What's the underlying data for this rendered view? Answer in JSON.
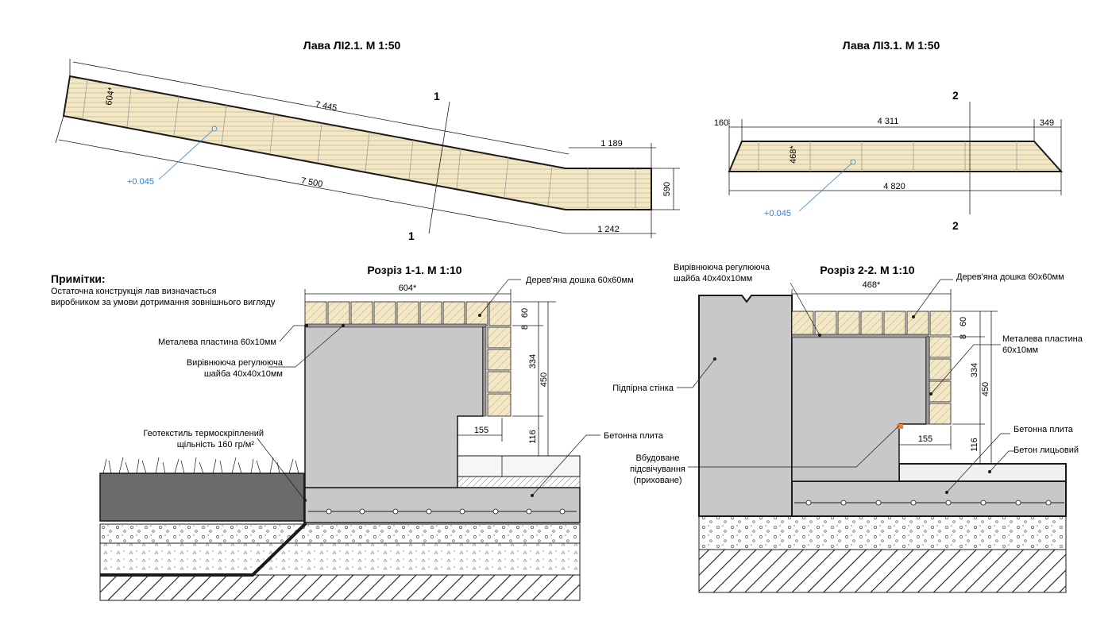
{
  "colors": {
    "wood": "#f3e7c6",
    "wood_line": "#b9ab86",
    "concrete": "#c8c8c8",
    "soil_dark": "#6b6b6b",
    "level_blue": "#2f7fd1",
    "line": "#1a1a1a"
  },
  "titles": {
    "bench_l2": "Лава ЛІ2.1. М 1:50",
    "bench_l3": "Лава ЛІ3.1. М 1:50",
    "section_1": "Розріз 1-1. М 1:10",
    "section_2": "Розріз 2-2. М 1:10"
  },
  "bench_l2": {
    "dims": {
      "width": "604*",
      "top_length": "7 445",
      "bottom_length": "7 500",
      "end_top": "1 189",
      "end_bottom": "1 242",
      "end_height": "590"
    },
    "level": "+0.045",
    "cut_mark": "1"
  },
  "bench_l3": {
    "dims": {
      "left": "160",
      "top_length": "4 311",
      "right": "349",
      "width": "468*",
      "bottom_length": "4 820"
    },
    "level": "+0.045",
    "cut_mark": "2"
  },
  "notes": {
    "heading": "Примітки:",
    "line1": "Остаточна конструкція лав визначається",
    "line2": "виробником за умови дотримання зовнішнього вигляду"
  },
  "section_1": {
    "dims": {
      "width": "604*",
      "d8": "8",
      "d60": "60",
      "d334": "334",
      "d450": "450",
      "d155": "155",
      "d116": "116"
    },
    "labels": {
      "board": "Дерев'яна дошка 60х60мм",
      "plate": "Металева пластина 60х10мм",
      "washer_1": "Вирівнююча регулююча",
      "washer_2": "шайба 40х40х10мм",
      "geo_1": "Геотекстиль термоскріплений",
      "geo_2": "щільність 160 гр/м²",
      "slab": "Бетонна плита"
    }
  },
  "section_2": {
    "dims": {
      "width": "468*",
      "d8": "8",
      "d60": "60",
      "d334": "334",
      "d450": "450",
      "d155": "155",
      "d116": "116"
    },
    "labels": {
      "washer_1": "Вирівнююча регулююча",
      "washer_2": "шайба 40х40х10мм",
      "board": "Дерев'яна дошка 60х60мм",
      "plate_1": "Металева пластина",
      "plate_2": "60х10мм",
      "wall": "Підпірна стінка",
      "slab": "Бетонна плита",
      "facing": "Бетон лицьовий",
      "light_1": "Вбудоване",
      "light_2": "підсвічування",
      "light_3": "(приховане)"
    }
  }
}
